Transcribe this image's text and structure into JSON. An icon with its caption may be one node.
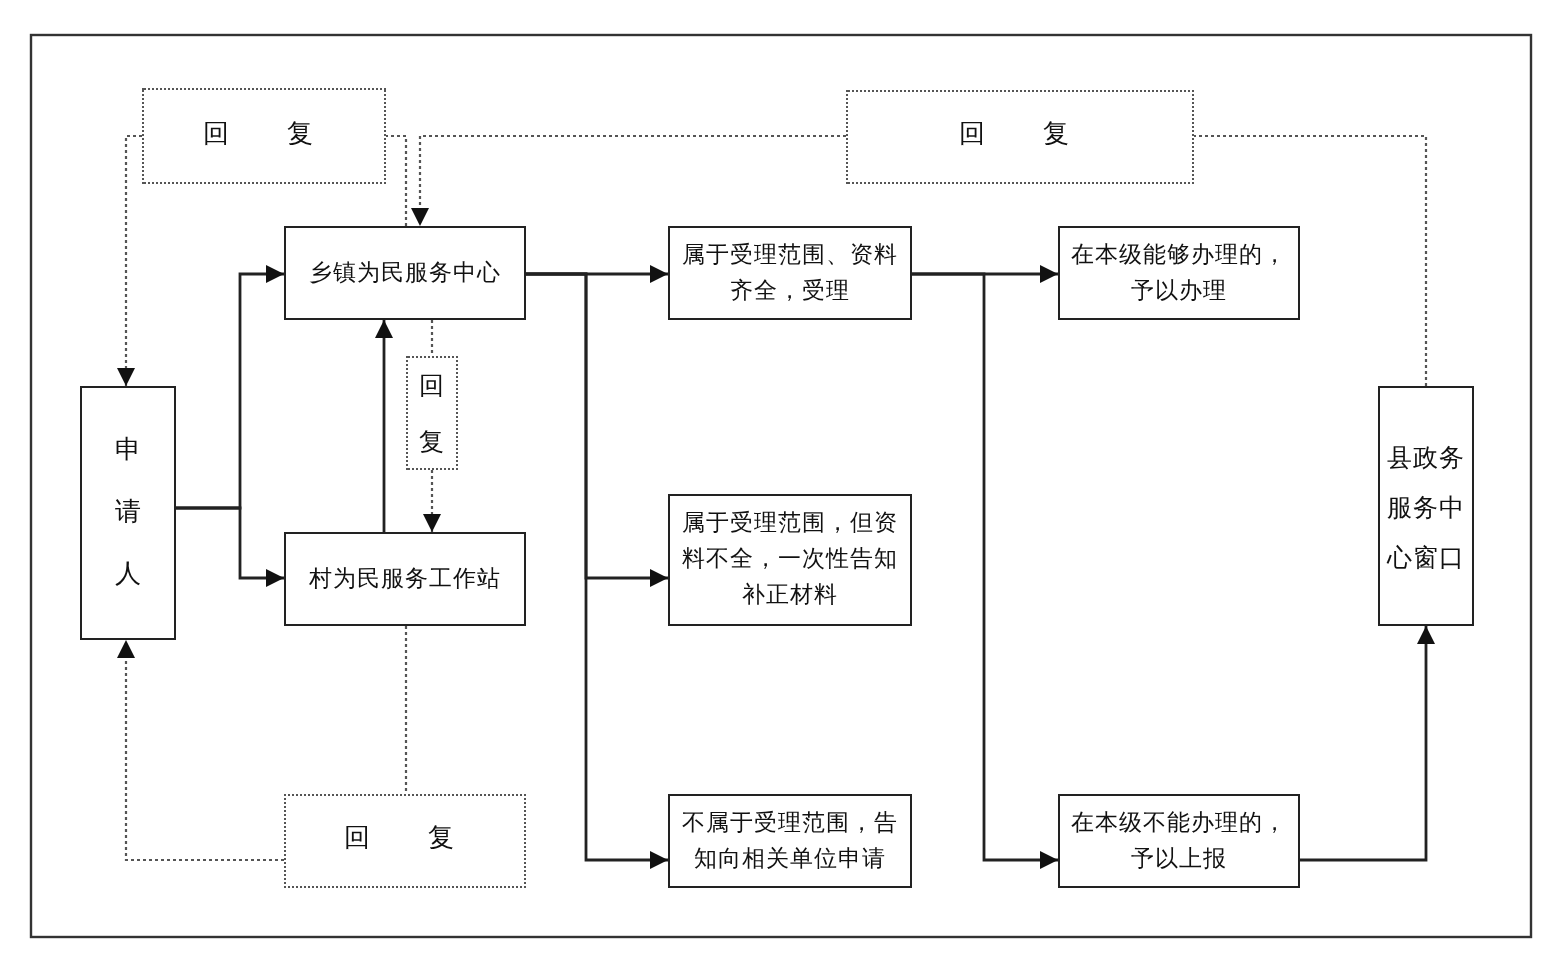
{
  "diagram": {
    "nodes": [
      {
        "text": [
          "申请人"
        ]
      },
      {
        "text": [
          "回复"
        ]
      },
      {
        "text": [
          "乡镇为民服务中心"
        ]
      },
      {
        "text": [
          "回复"
        ]
      },
      {
        "text": [
          "回复"
        ]
      },
      {
        "text": [
          "村为民服务工作站"
        ]
      },
      {
        "text": [
          "回复"
        ]
      },
      {
        "text": [
          "属于受理范围、资料齐全，受理"
        ]
      },
      {
        "text": [
          "属于受理范围，但资料不全，一次性告知补正材料"
        ]
      },
      {
        "text": [
          "不属于受理范围，告知向相关单位申请"
        ]
      },
      {
        "text": [
          "在本级能够办理的，予以办理"
        ]
      },
      {
        "text": [
          "在本级不能办理的，予以上报"
        ]
      },
      {
        "text": [
          "县政务服务中心窗口"
        ]
      }
    ],
    "edges": [
      {
        "from": 0,
        "to": 2,
        "arrow": "to"
      },
      {
        "from": 0,
        "to": 5,
        "arrow": "to"
      },
      {
        "from": 5,
        "to": 2,
        "arrow": "to"
      },
      {
        "from": 2,
        "to": 3,
        "arrow": "none",
        "style": "dashed"
      },
      {
        "from": 3,
        "to": 5,
        "arrow": "to",
        "style": "dashed"
      },
      {
        "from": 2,
        "to": 1,
        "arrow": "none",
        "style": "dashed"
      },
      {
        "from": 1,
        "to": 0,
        "arrow": "to",
        "style": "dashed"
      },
      {
        "from": 12,
        "to": 4,
        "arrow": "none",
        "style": "dashed"
      },
      {
        "from": 4,
        "to": 2,
        "arrow": "to",
        "style": "dashed"
      },
      {
        "from": 5,
        "to": 6,
        "arrow": "none",
        "style": "dashed"
      },
      {
        "from": 6,
        "to": 0,
        "arrow": "to",
        "style": "dashed"
      },
      {
        "from": 2,
        "to": 7,
        "arrow": "to"
      },
      {
        "from": 2,
        "to": 8,
        "arrow": "to"
      },
      {
        "from": 2,
        "to": 9,
        "arrow": "to"
      },
      {
        "from": 7,
        "to": 10,
        "arrow": "to"
      },
      {
        "from": 7,
        "to": 11,
        "arrow": "to"
      },
      {
        "from": 11,
        "to": 12,
        "arrow": "to"
      }
    ]
  }
}
